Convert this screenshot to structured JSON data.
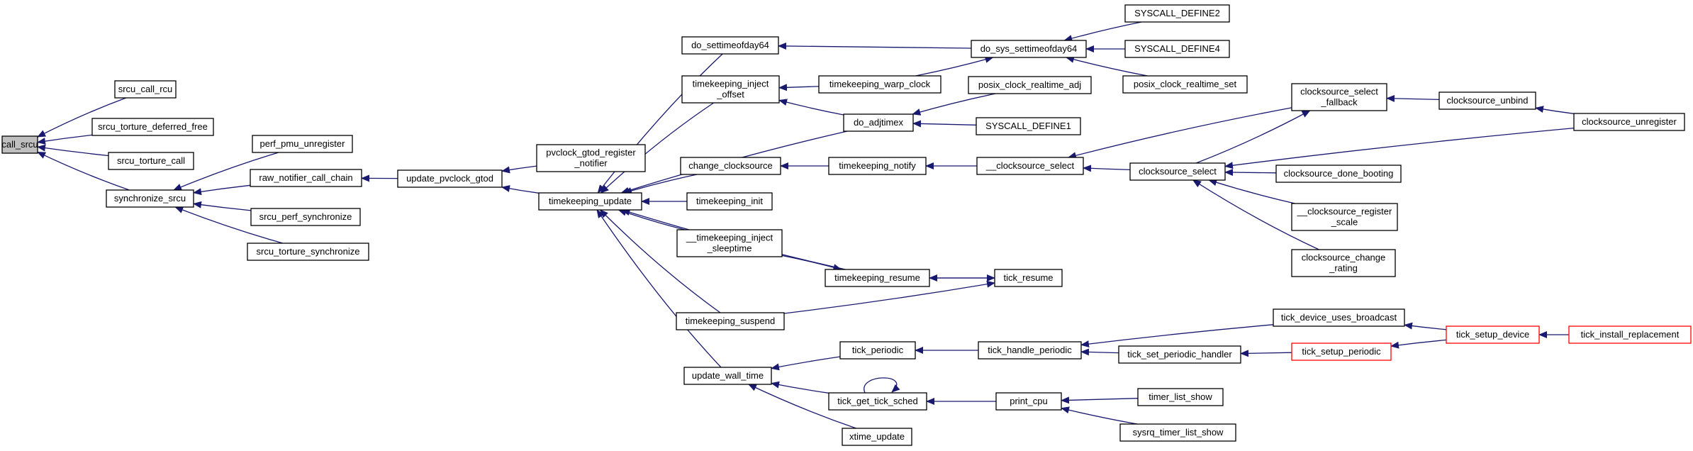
{
  "graph": {
    "edge_color": "#191970",
    "root_fill": "#bfbfbf",
    "truncated_border": "#ff0000",
    "nodes": [
      {
        "id": "call_srcu",
        "lines": [
          "call_srcu"
        ],
        "kind": "root"
      },
      {
        "id": "srcu_call_rcu",
        "lines": [
          "srcu_call_rcu"
        ]
      },
      {
        "id": "srcu_torture_deferred_free",
        "lines": [
          "srcu_torture_deferred_free"
        ]
      },
      {
        "id": "srcu_torture_call",
        "lines": [
          "srcu_torture_call"
        ]
      },
      {
        "id": "synchronize_srcu",
        "lines": [
          "synchronize_srcu"
        ]
      },
      {
        "id": "perf_pmu_unregister",
        "lines": [
          "perf_pmu_unregister"
        ]
      },
      {
        "id": "raw_notifier_call_chain",
        "lines": [
          "raw_notifier_call_chain"
        ]
      },
      {
        "id": "srcu_perf_synchronize",
        "lines": [
          "srcu_perf_synchronize"
        ]
      },
      {
        "id": "srcu_torture_synchronize",
        "lines": [
          "srcu_torture_synchronize"
        ]
      },
      {
        "id": "update_pvclock_gtod",
        "lines": [
          "update_pvclock_gtod"
        ]
      },
      {
        "id": "pvclock_gtod_register_notifier",
        "lines": [
          "pvclock_gtod_register",
          "_notifier"
        ]
      },
      {
        "id": "timekeeping_update",
        "lines": [
          "timekeeping_update"
        ]
      },
      {
        "id": "do_settimeofday64",
        "lines": [
          "do_settimeofday64"
        ]
      },
      {
        "id": "timekeeping_inject_offset",
        "lines": [
          "timekeeping_inject",
          "_offset"
        ]
      },
      {
        "id": "change_clocksource",
        "lines": [
          "change_clocksource"
        ]
      },
      {
        "id": "timekeeping_init",
        "lines": [
          "timekeeping_init"
        ]
      },
      {
        "id": "__timekeeping_inject_sleeptime",
        "lines": [
          "__timekeeping_inject",
          "_sleeptime"
        ]
      },
      {
        "id": "timekeeping_suspend",
        "lines": [
          "timekeeping_suspend"
        ]
      },
      {
        "id": "update_wall_time",
        "lines": [
          "update_wall_time"
        ]
      },
      {
        "id": "timekeeping_warp_clock",
        "lines": [
          "timekeeping_warp_clock"
        ]
      },
      {
        "id": "do_adjtimex",
        "lines": [
          "do_adjtimex"
        ]
      },
      {
        "id": "timekeeping_notify",
        "lines": [
          "timekeeping_notify"
        ]
      },
      {
        "id": "timekeeping_resume",
        "lines": [
          "timekeeping_resume"
        ]
      },
      {
        "id": "tick_periodic",
        "lines": [
          "tick_periodic"
        ]
      },
      {
        "id": "tick_get_tick_sched",
        "lines": [
          "tick_get_tick_sched"
        ]
      },
      {
        "id": "xtime_update",
        "lines": [
          "xtime_update"
        ]
      },
      {
        "id": "do_sys_settimeofday64",
        "lines": [
          "do_sys_settimeofday64"
        ]
      },
      {
        "id": "posix_clock_realtime_adj",
        "lines": [
          "posix_clock_realtime_adj"
        ]
      },
      {
        "id": "SYSCALL_DEFINE1",
        "lines": [
          "SYSCALL_DEFINE1"
        ]
      },
      {
        "id": "__clocksource_select",
        "lines": [
          "__clocksource_select"
        ]
      },
      {
        "id": "tick_resume",
        "lines": [
          "tick_resume"
        ]
      },
      {
        "id": "tick_handle_periodic",
        "lines": [
          "tick_handle_periodic"
        ]
      },
      {
        "id": "print_cpu",
        "lines": [
          "print_cpu"
        ]
      },
      {
        "id": "SYSCALL_DEFINE2",
        "lines": [
          "SYSCALL_DEFINE2"
        ]
      },
      {
        "id": "SYSCALL_DEFINE4",
        "lines": [
          "SYSCALL_DEFINE4"
        ]
      },
      {
        "id": "posix_clock_realtime_set",
        "lines": [
          "posix_clock_realtime_set"
        ]
      },
      {
        "id": "clocksource_select",
        "lines": [
          "clocksource_select"
        ]
      },
      {
        "id": "tick_set_periodic_handler",
        "lines": [
          "tick_set_periodic_handler"
        ]
      },
      {
        "id": "timer_list_show",
        "lines": [
          "timer_list_show"
        ]
      },
      {
        "id": "sysrq_timer_list_show",
        "lines": [
          "sysrq_timer_list_show"
        ]
      },
      {
        "id": "clocksource_select_fallback",
        "lines": [
          "clocksource_select",
          "_fallback"
        ]
      },
      {
        "id": "clocksource_done_booting",
        "lines": [
          "clocksource_done_booting"
        ]
      },
      {
        "id": "__clocksource_register_scale",
        "lines": [
          "__clocksource_register",
          "_scale"
        ]
      },
      {
        "id": "clocksource_change_rating",
        "lines": [
          "clocksource_change",
          "_rating"
        ]
      },
      {
        "id": "tick_device_uses_broadcast",
        "lines": [
          "tick_device_uses_broadcast"
        ]
      },
      {
        "id": "tick_setup_periodic",
        "lines": [
          "tick_setup_periodic"
        ],
        "kind": "truncated"
      },
      {
        "id": "clocksource_unbind",
        "lines": [
          "clocksource_unbind"
        ]
      },
      {
        "id": "tick_setup_device",
        "lines": [
          "tick_setup_device"
        ],
        "kind": "truncated"
      },
      {
        "id": "clocksource_unregister",
        "lines": [
          "clocksource_unregister"
        ]
      },
      {
        "id": "tick_install_replacement",
        "lines": [
          "tick_install_replacement"
        ],
        "kind": "truncated"
      }
    ],
    "edges": [
      [
        "srcu_call_rcu",
        "call_srcu"
      ],
      [
        "srcu_torture_deferred_free",
        "call_srcu"
      ],
      [
        "srcu_torture_call",
        "call_srcu"
      ],
      [
        "synchronize_srcu",
        "call_srcu"
      ],
      [
        "perf_pmu_unregister",
        "synchronize_srcu"
      ],
      [
        "raw_notifier_call_chain",
        "synchronize_srcu"
      ],
      [
        "srcu_perf_synchronize",
        "synchronize_srcu"
      ],
      [
        "srcu_torture_synchronize",
        "synchronize_srcu"
      ],
      [
        "update_pvclock_gtod",
        "raw_notifier_call_chain"
      ],
      [
        "pvclock_gtod_register_notifier",
        "update_pvclock_gtod"
      ],
      [
        "timekeeping_update",
        "update_pvclock_gtod"
      ],
      [
        "do_settimeofday64",
        "timekeeping_update"
      ],
      [
        "timekeeping_inject_offset",
        "timekeeping_update"
      ],
      [
        "change_clocksource",
        "timekeeping_update"
      ],
      [
        "timekeeping_init",
        "timekeeping_update"
      ],
      [
        "__timekeeping_inject_sleeptime",
        "timekeeping_update"
      ],
      [
        "timekeeping_suspend",
        "timekeeping_update"
      ],
      [
        "update_wall_time",
        "timekeeping_update"
      ],
      [
        "do_adjtimex",
        "timekeeping_update"
      ],
      [
        "timekeeping_resume",
        "timekeeping_update"
      ],
      [
        "do_sys_settimeofday64",
        "do_settimeofday64"
      ],
      [
        "timekeeping_warp_clock",
        "timekeeping_inject_offset"
      ],
      [
        "do_adjtimex",
        "timekeeping_inject_offset"
      ],
      [
        "timekeeping_warp_clock",
        "do_sys_settimeofday64"
      ],
      [
        "SYSCALL_DEFINE2",
        "do_sys_settimeofday64"
      ],
      [
        "SYSCALL_DEFINE4",
        "do_sys_settimeofday64"
      ],
      [
        "posix_clock_realtime_set",
        "do_sys_settimeofday64"
      ],
      [
        "posix_clock_realtime_adj",
        "do_adjtimex"
      ],
      [
        "SYSCALL_DEFINE1",
        "do_adjtimex"
      ],
      [
        "timekeeping_notify",
        "change_clocksource"
      ],
      [
        "__clocksource_select",
        "timekeeping_notify"
      ],
      [
        "clocksource_select_fallback",
        "__clocksource_select"
      ],
      [
        "clocksource_select",
        "__clocksource_select"
      ],
      [
        "clocksource_select",
        "clocksource_select_fallback"
      ],
      [
        "clocksource_unbind",
        "clocksource_select_fallback"
      ],
      [
        "clocksource_unregister",
        "clocksource_unbind"
      ],
      [
        "clocksource_unregister",
        "clocksource_select"
      ],
      [
        "clocksource_done_booting",
        "clocksource_select"
      ],
      [
        "__clocksource_register_scale",
        "clocksource_select"
      ],
      [
        "clocksource_change_rating",
        "clocksource_select"
      ],
      [
        "__timekeeping_inject_sleeptime",
        "timekeeping_resume"
      ],
      [
        "tick_resume",
        "timekeeping_resume"
      ],
      [
        "timekeeping_resume",
        "tick_resume"
      ],
      [
        "timekeeping_suspend",
        "tick_resume"
      ],
      [
        "tick_periodic",
        "update_wall_time"
      ],
      [
        "tick_get_tick_sched",
        "update_wall_time"
      ],
      [
        "xtime_update",
        "update_wall_time"
      ],
      [
        "tick_handle_periodic",
        "tick_periodic"
      ],
      [
        "tick_get_tick_sched",
        "tick_get_tick_sched"
      ],
      [
        "print_cpu",
        "tick_get_tick_sched"
      ],
      [
        "timer_list_show",
        "print_cpu"
      ],
      [
        "sysrq_timer_list_show",
        "print_cpu"
      ],
      [
        "tick_device_uses_broadcast",
        "tick_handle_periodic"
      ],
      [
        "tick_set_periodic_handler",
        "tick_handle_periodic"
      ],
      [
        "tick_setup_periodic",
        "tick_set_periodic_handler"
      ],
      [
        "tick_setup_device",
        "tick_device_uses_broadcast"
      ],
      [
        "tick_setup_device",
        "tick_setup_periodic"
      ],
      [
        "tick_install_replacement",
        "tick_setup_device"
      ]
    ]
  }
}
